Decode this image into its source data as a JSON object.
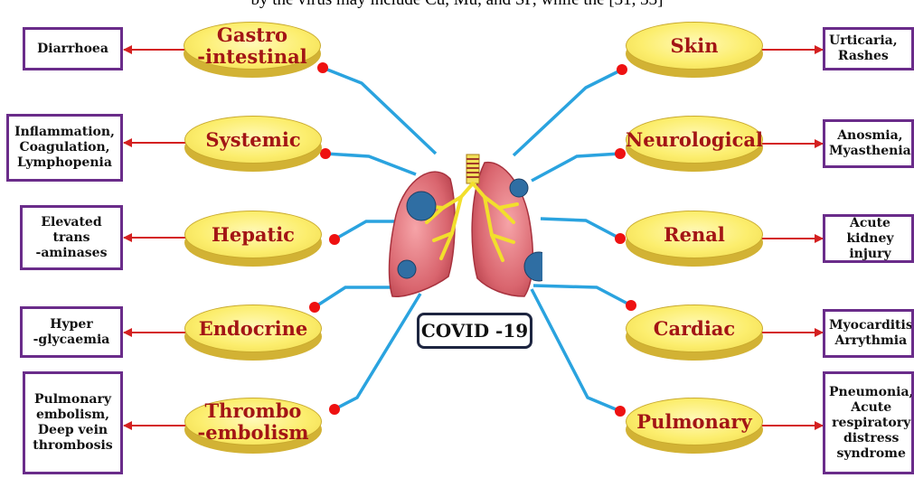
{
  "top_text": "by the virus may include Cu, Mu, and SP, while the [31, 33]",
  "center_label": "COVID -19",
  "left": [
    {
      "disc": "Gastro\n-intestinal",
      "effect": "Diarrhoea"
    },
    {
      "disc": "Systemic",
      "effect": "Inflammation,\nCoagulation,\nLymphopenia"
    },
    {
      "disc": "Hepatic",
      "effect": "Elevated\ntrans\n-aminases"
    },
    {
      "disc": "Endocrine",
      "effect": "Hyper\n-glycaemia"
    },
    {
      "disc": "Thrombo\n-embolism",
      "effect": "Pulmonary\nembolism,\nDeep vein\nthrombosis"
    }
  ],
  "right": [
    {
      "disc": "Skin",
      "effect": "Urticaria,\nRashes"
    },
    {
      "disc": "Neurological",
      "effect": "Anosmia,\nMyasthenia"
    },
    {
      "disc": "Renal",
      "effect": "Acute kidney\ninjury"
    },
    {
      "disc": "Cardiac",
      "effect": "Myocarditis\nArrythmia"
    },
    {
      "disc": "Pulmonary",
      "effect": "Pneumonia,\nAcute\nrespiratory\ndistress\nsyndrome"
    }
  ],
  "colors": {
    "disc_text": "#a31515",
    "box_border": "#6a2c8a",
    "connector_blue": "#2aa3df",
    "arrow_red": "#d42020",
    "dot_red": "#ee1111",
    "disc_fill": "#fcee6e"
  }
}
